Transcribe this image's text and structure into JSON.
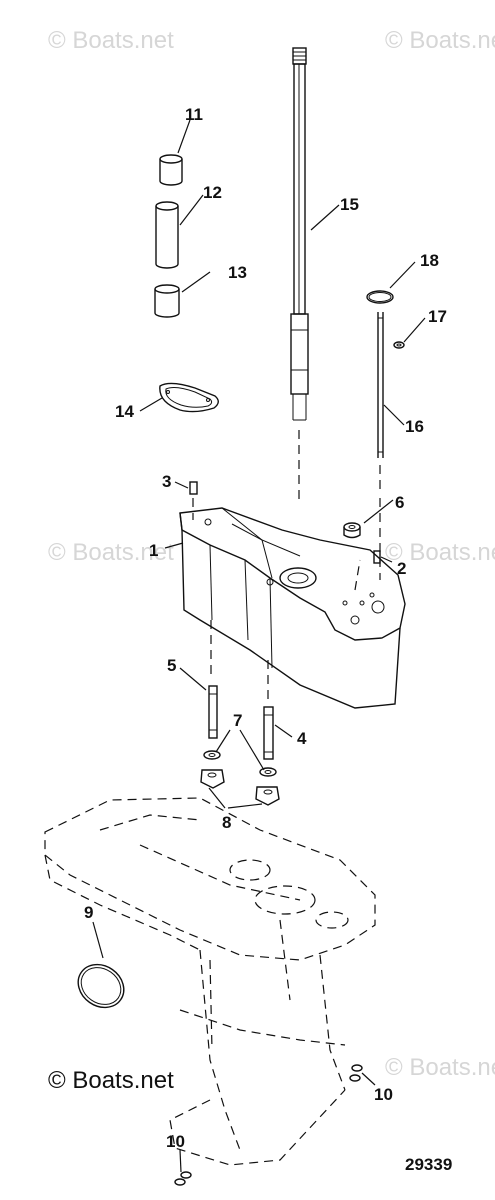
{
  "watermark": {
    "text": "© Boats.net"
  },
  "callouts": [
    {
      "id": "1",
      "label": "1"
    },
    {
      "id": "2",
      "label": "2"
    },
    {
      "id": "3",
      "label": "3"
    },
    {
      "id": "4",
      "label": "4"
    },
    {
      "id": "5",
      "label": "5"
    },
    {
      "id": "6",
      "label": "6"
    },
    {
      "id": "7",
      "label": "7"
    },
    {
      "id": "8",
      "label": "8"
    },
    {
      "id": "9",
      "label": "9"
    },
    {
      "id": "10a",
      "label": "10"
    },
    {
      "id": "10b",
      "label": "10"
    },
    {
      "id": "11",
      "label": "11"
    },
    {
      "id": "12",
      "label": "12"
    },
    {
      "id": "13",
      "label": "13"
    },
    {
      "id": "14",
      "label": "14"
    },
    {
      "id": "15",
      "label": "15"
    },
    {
      "id": "16",
      "label": "16"
    },
    {
      "id": "17",
      "label": "17"
    },
    {
      "id": "18",
      "label": "18"
    }
  ],
  "figure_number": "29339"
}
